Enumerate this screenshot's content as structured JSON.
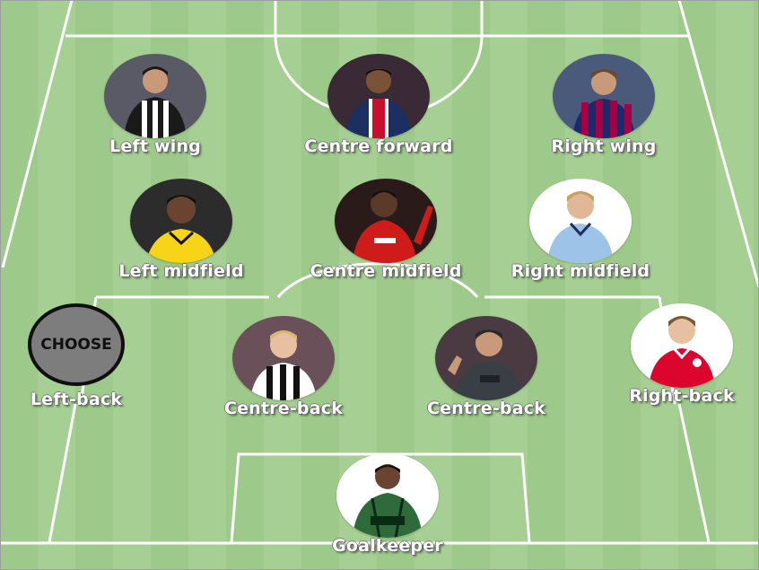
{
  "pitch": {
    "stripe_light": "#a6cf93",
    "stripe_dark": "#9dc98a",
    "line_color": "#ffffff"
  },
  "positions": {
    "left_wing": {
      "label": "Left wing",
      "jersey": "#1a1a1a",
      "accent": "#ffffff",
      "background": "#5a5a66"
    },
    "centre_forward": {
      "label": "Centre forward",
      "jersey": "#1c2f63",
      "accent": "#c8102e",
      "background": "#3a2a35"
    },
    "right_wing": {
      "label": "Right wing",
      "jersey": "#1b2a6b",
      "accent": "#a50044",
      "background": "#4a5a7a"
    },
    "left_midfield": {
      "label": "Left midfield",
      "jersey": "#f7d417",
      "accent": "#111111",
      "background": "#2c2c2c"
    },
    "centre_midfield": {
      "label": "Centre midfield",
      "jersey": "#d01b1b",
      "accent": "#ffffff",
      "background": "#2a1a1a"
    },
    "right_midfield": {
      "label": "Right midfield",
      "jersey": "#9dc3e8",
      "accent": "#1c2c5b",
      "background": "#ffffff"
    },
    "left_back": {
      "label": "Left-back",
      "choose_label": "CHOOSE"
    },
    "centre_back_left": {
      "label": "Centre-back",
      "jersey": "#ffffff",
      "accent": "#111111",
      "background": "#6a5058"
    },
    "centre_back_right": {
      "label": "Centre-back",
      "jersey": "#3a3f45",
      "accent": "#1e2226",
      "background": "#4a3a42"
    },
    "right_back": {
      "label": "Right-back",
      "jersey": "#dc052d",
      "accent": "#ffffff",
      "background": "#ffffff"
    },
    "goalkeeper": {
      "label": "Goalkeeper",
      "jersey": "#2f6b3a",
      "accent": "#0b2a16",
      "background": "#ffffff"
    }
  }
}
